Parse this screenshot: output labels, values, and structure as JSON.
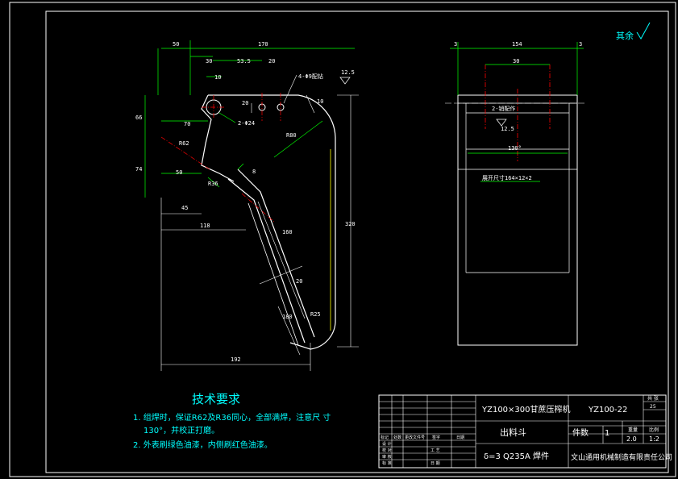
{
  "drawing": {
    "corner_note": "其余",
    "tech": {
      "title": "技术要求",
      "line1": "1. 组焊时，保证R62及R36同心，全部满焊，注意尺  寸",
      "line2": "130°，并校正打磨。",
      "line3": "2. 外表刷绿色油漆，内侧刷红色油漆。"
    },
    "front_view": {
      "d_50": "50",
      "d_170": "170",
      "d_30": "30",
      "d_53_5": "53.5",
      "d_20": "20",
      "d_10": "10",
      "d_20v": "20",
      "d_10v": "10",
      "d_66": "66",
      "d_70": "70",
      "d_74": "74",
      "d_R62": "R62",
      "d_50b": "50",
      "d_45": "45",
      "d_118": "118",
      "d_192": "192",
      "d_320": "320",
      "d_R80": "R80",
      "d_R36": "R36",
      "d_160": "160",
      "d_180": "180",
      "d_R25": "R25",
      "d_8": "8",
      "d_20s": "20",
      "note_holes": "4-Φ9配钻",
      "note_dia": "2-Φ24",
      "rough": "12.5"
    },
    "side_view": {
      "d_3l": "3",
      "d_154": "154",
      "d_3r": "3",
      "d_30": "30",
      "d_130": "130°",
      "note_pins": "2-销配作",
      "rough": "12.5",
      "note_plate": "展开尺寸164×12×2"
    },
    "title_block": {
      "machine": "YZ100×300甘蔗压榨机",
      "drawing_no": "YZ100-22",
      "part_name": "出料斗",
      "material": "δ=3 Q235A 焊件",
      "qty_label": "件数",
      "qty": "1",
      "weight": "2.0",
      "scale": "1:2",
      "sheet_label": "共 张",
      "sheet_no": "25",
      "company": "文山通用机械制造有限责任公司",
      "hdr_weight": "重量",
      "hdr_scale": "比例",
      "rows": [
        "设 计",
        "校 对",
        "审 核",
        "标 准",
        "工 艺",
        "日 期"
      ],
      "hdr_cols": [
        "标记",
        "处数",
        "更改文件号",
        "签字",
        "日期"
      ]
    }
  }
}
